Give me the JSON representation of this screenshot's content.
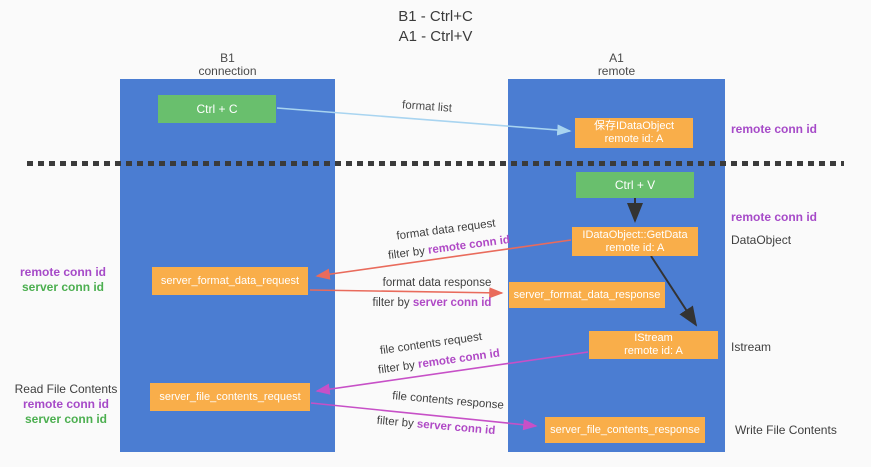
{
  "colors": {
    "background": "#fafafa",
    "lane_blue": "#4b7dd2",
    "box_green": "#69bf6d",
    "box_orange": "#f9ae4a",
    "arrow_light_blue": "#a8d4f0",
    "arrow_red": "#e96b5c",
    "arrow_magenta": "#c750c7",
    "arrow_black": "#333333",
    "text_purple": "#a64ac8",
    "text_green": "#4caf50",
    "text_dark": "#3f3f3f"
  },
  "title": {
    "line1": "B1 - Ctrl+C",
    "line2": "A1 - Ctrl+V"
  },
  "lanes": {
    "left": {
      "name": "B1",
      "subtitle": "connection"
    },
    "right": {
      "name": "A1",
      "subtitle": "remote"
    }
  },
  "nodes": {
    "ctrl_c": "Ctrl + C",
    "ctrl_v": "Ctrl + V",
    "save_idataobject": {
      "line1": "保存IDataObject",
      "line2": "remote id: A"
    },
    "idataobject_getdata": {
      "line1": "IDataObject::GetData",
      "line2": "remote id: A"
    },
    "istream": {
      "line1": "IStream",
      "line2": "remote id: A"
    },
    "server_format_data_request": "server_format_data_request",
    "server_format_data_response": "server_format_data_response",
    "server_file_contents_request": "server_file_contents_request",
    "server_file_contents_response": "server_file_contents_response"
  },
  "edge_labels": {
    "format_list": "format list",
    "format_data_request": "format data request",
    "format_data_response": "format data response",
    "file_contents_request": "file contents request",
    "file_contents_response": "file contents response",
    "filter_by": "filter by ",
    "remote_conn_id": "remote conn id",
    "server_conn_id": "server conn id"
  },
  "side_labels": {
    "right_remote_conn_id_top": "remote conn id",
    "right_remote_conn_id_mid": "remote conn id",
    "data_object": "DataObject",
    "istream": "Istream",
    "write_file_contents": "Write File Contents",
    "left_remote_conn_id_1": "remote conn id",
    "left_server_conn_id_1": "server conn id",
    "read_file_contents": "Read File Contents",
    "left_remote_conn_id_2": "remote conn id",
    "left_server_conn_id_2": "server conn id"
  }
}
